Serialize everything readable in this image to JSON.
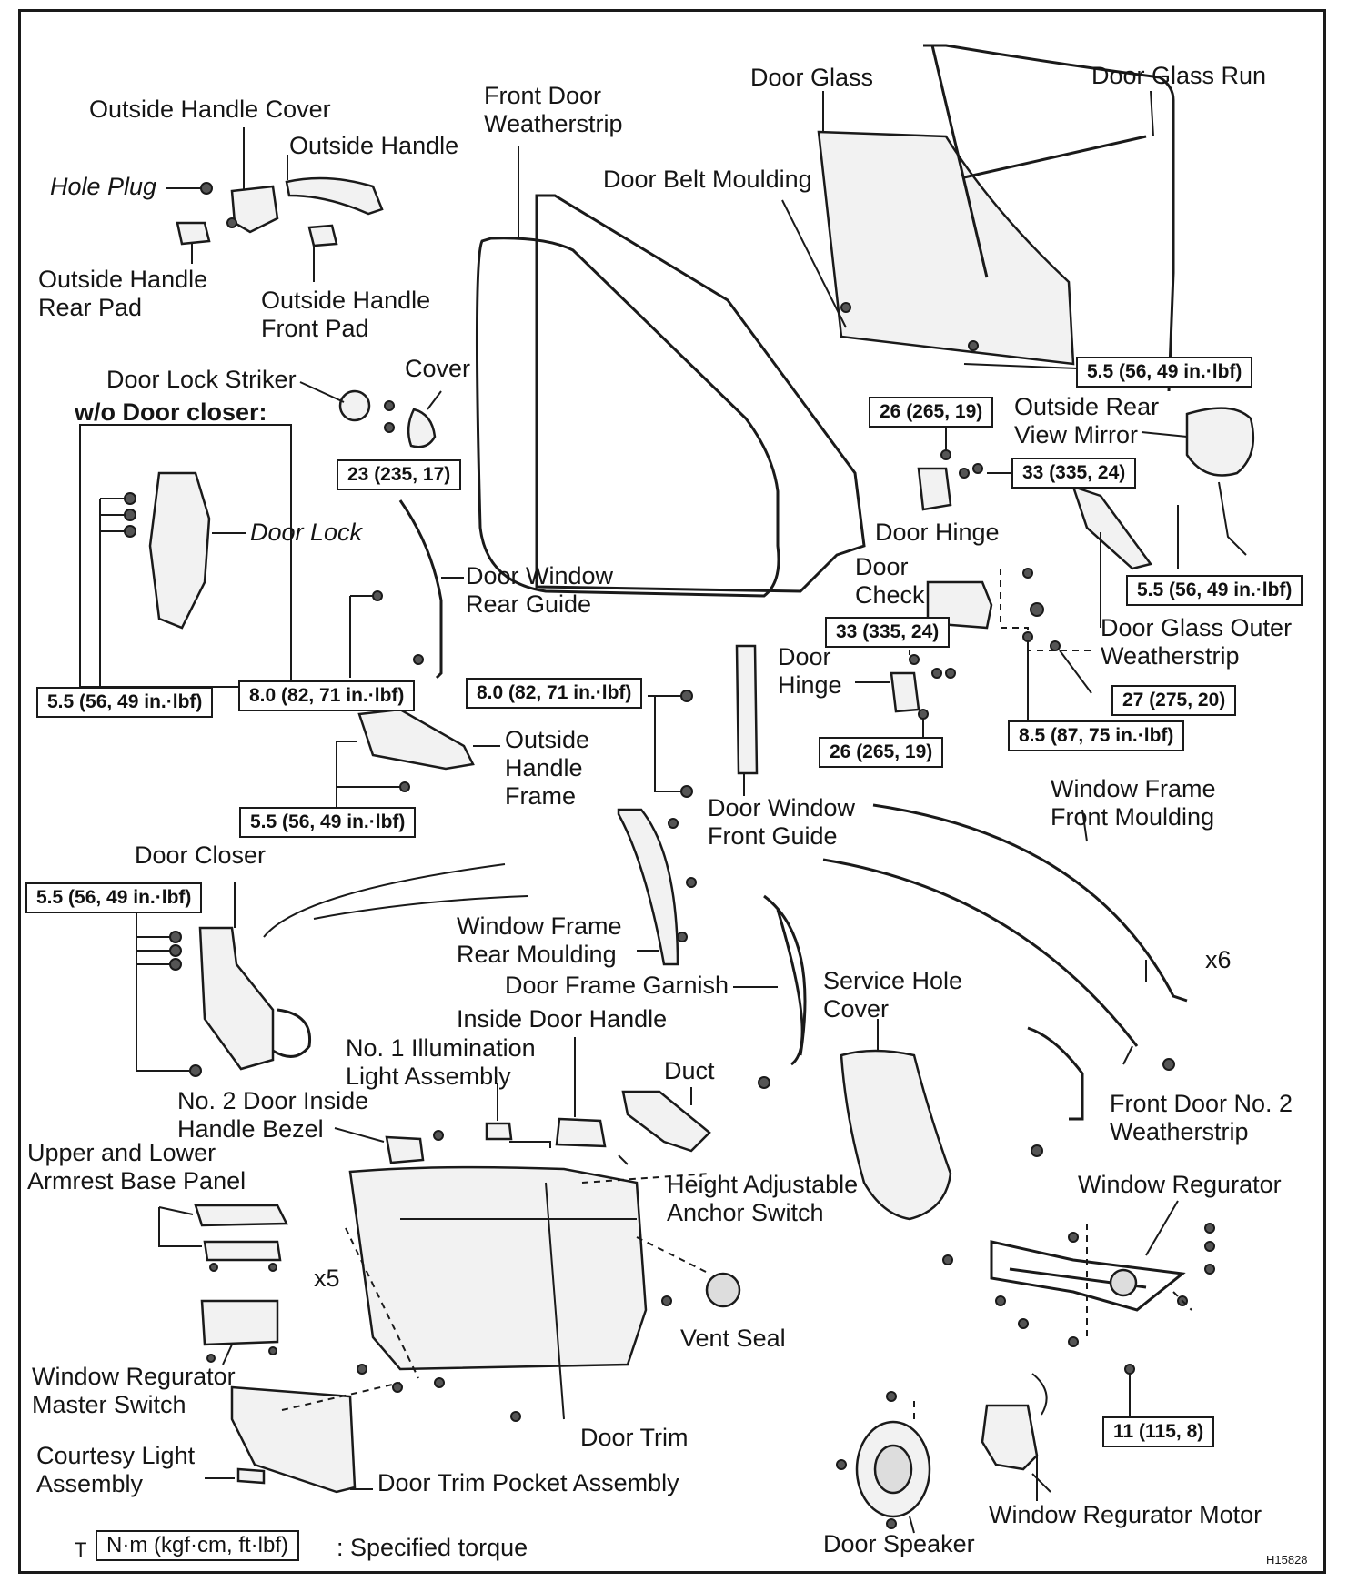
{
  "labels": {
    "outside_handle_cover": "Outside Handle Cover",
    "outside_handle": "Outside Handle",
    "hole_plug": "Hole Plug",
    "outside_handle_rear_pad": "Outside Handle\nRear Pad",
    "outside_handle_front_pad": "Outside Handle\nFront Pad",
    "door_lock_striker": "Door Lock Striker",
    "cover": "Cover",
    "wo_door_closer": "w/o Door closer:",
    "door_lock": "Door Lock",
    "front_door_weatherstrip": "Front Door\nWeatherstrip",
    "door_glass": "Door Glass",
    "door_glass_run": "Door Glass Run",
    "door_belt_moulding": "Door Belt Moulding",
    "outside_rear_view_mirror": "Outside Rear\nView Mirror",
    "door_hinge_upper": "Door Hinge",
    "door_check": "Door\nCheck",
    "door_glass_outer_weatherstrip": "Door Glass Outer\nWeatherstrip",
    "door_hinge_lower": "Door\nHinge",
    "door_window_rear_guide": "Door Window\nRear Guide",
    "outside_handle_frame": "Outside\nHandle\nFrame",
    "door_window_front_guide": "Door Window\nFront Guide",
    "window_frame_front_moulding": "Window Frame\nFront Moulding",
    "door_closer": "Door Closer",
    "window_frame_rear_moulding": "Window Frame\nRear Moulding",
    "door_frame_garnish": "Door Frame Garnish",
    "service_hole_cover": "Service Hole\nCover",
    "x6": "x6",
    "inside_door_handle": "Inside Door Handle",
    "no1_illumination": "No. 1 Illumination\nLight Assembly",
    "duct": "Duct",
    "no2_door_inside_handle_bezel": "No. 2 Door Inside\nHandle Bezel",
    "front_door_no2_weatherstrip": "Front Door No. 2\nWeatherstrip",
    "upper_lower_armrest": "Upper and Lower\nArmrest Base Panel",
    "height_adjustable_anchor_switch": "Height Adjustable\nAnchor Switch",
    "window_regurator": "Window Regurator",
    "x5": "x5",
    "vent_seal": "Vent Seal",
    "window_regurator_master_switch": "Window Regurator\nMaster Switch",
    "courtesy_light_assembly": "Courtesy Light\nAssembly",
    "door_trim": "Door Trim",
    "door_trim_pocket_assembly": "Door Trim Pocket Assembly",
    "door_speaker": "Door Speaker",
    "window_regurator_motor": "Window Regurator Motor"
  },
  "torques": {
    "t_glass": "5.5 (56, 49 in.·lbf)",
    "t_hinge_upper_bolt": "26 (265, 19)",
    "t_striker": "23 (235, 17)",
    "t_hinge_upper": "33 (335, 24)",
    "t_mirror": "5.5 (56, 49 in.·lbf)",
    "t_hinge_lower": "33 (335, 24)",
    "t_door_lock": "5.5 (56, 49 in.·lbf)",
    "t_rear_guide": "8.0 (82, 71 in.·lbf)",
    "t_front_guide": "8.0 (82, 71 in.·lbf)",
    "t_check": "27 (275, 20)",
    "t_hinge_lower_bolt": "26 (265, 19)",
    "t_check_nut": "8.5 (87, 75 in.·lbf)",
    "t_handle_frame": "5.5 (56, 49 in.·lbf)",
    "t_door_closer": "5.5 (56, 49 in.·lbf)",
    "t_regulator": "11 (115, 8)"
  },
  "legend": {
    "symbol": "T",
    "unit": "N·m (kgf·cm, ft·lbf)",
    "text": ": Specified torque"
  },
  "figure_code": "H15828"
}
